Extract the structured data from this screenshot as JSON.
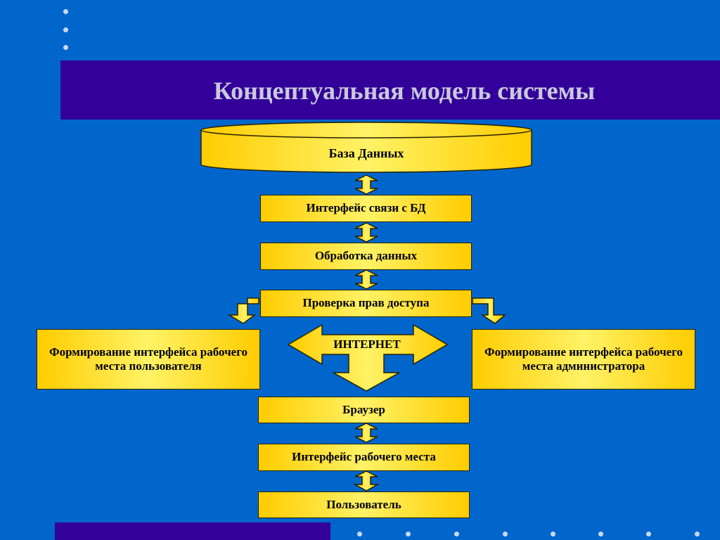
{
  "title": "Концептуальная модель системы",
  "nodes": {
    "database": "База Данных",
    "db_interface": "Интерфейс связи с БД",
    "data_processing": "Обработка данных",
    "access_check": "Проверка прав доступа",
    "user_workplace_forming": "Формирование интерфейса рабочего места пользователя",
    "admin_workplace_forming": "Формирование интерфейса рабочего места администратора",
    "internet": "ИНТЕРНЕТ",
    "browser": "Браузер",
    "workplace_interface": "Интерфейс рабочего места",
    "user": "Пользователь"
  },
  "colors": {
    "background": "#0066cc",
    "title_bar": "#330099",
    "box_fill": "#ffcc00",
    "box_highlight": "#fff266",
    "title_text": "#c9c9dc"
  }
}
